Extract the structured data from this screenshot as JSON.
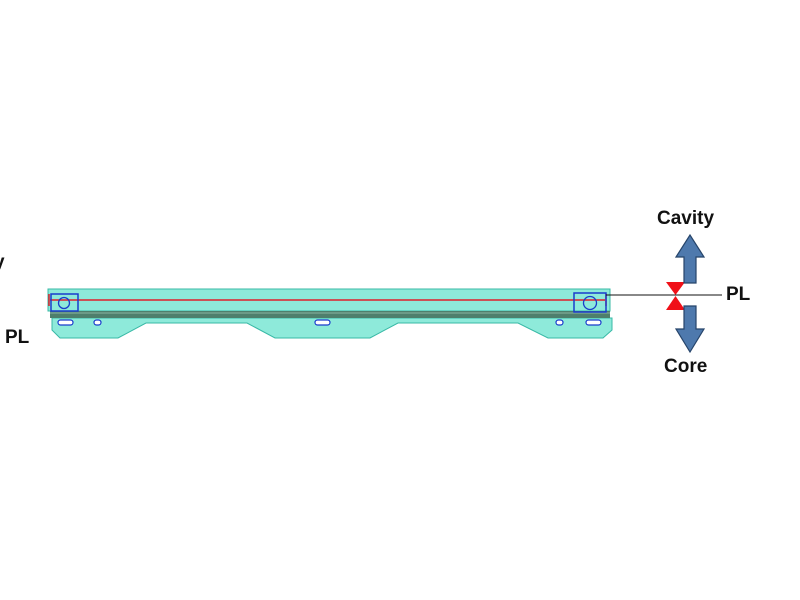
{
  "labels": {
    "cavity": "Cavity",
    "core": "Core",
    "pl_right": "PL",
    "pl_left": "PL",
    "left_edge_fragment": "y"
  },
  "colors": {
    "part_fill": "#8eeada",
    "part_edge": "#38b9a6",
    "part_dark_band": "#4e7f6c",
    "parting_line_red": "#e0202a",
    "feature_blue": "#1a3ccc",
    "arrow_fill": "#4e79ad",
    "arrow_stroke": "#26446a",
    "marker_red": "#f01018",
    "line_black": "#111111"
  }
}
